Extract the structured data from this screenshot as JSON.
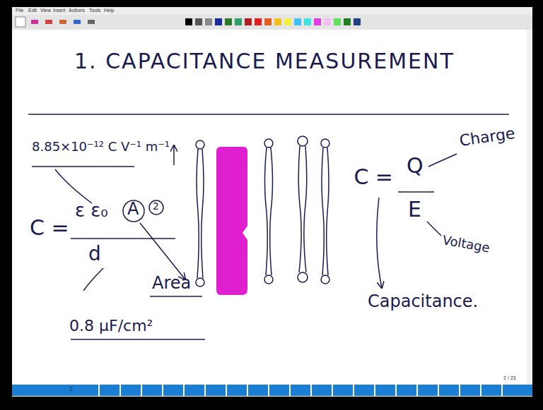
{
  "diagram": {
    "title": "1. CAPACITANCE MEASUREMENT",
    "labels": [
      "File",
      "Edit",
      "View",
      "Insert",
      "Actions",
      "Tools",
      "Help",
      "8.85×10⁻¹² C V⁻¹ m⁻¹",
      "C =",
      "ε ε₀",
      "A",
      "2",
      "d",
      "Area",
      "0.8 µF/cm²",
      "C =",
      "Q",
      "Charge",
      "E",
      "Voltage",
      "Capacitance.",
      "2",
      "2 / 23"
    ]
  }
}
